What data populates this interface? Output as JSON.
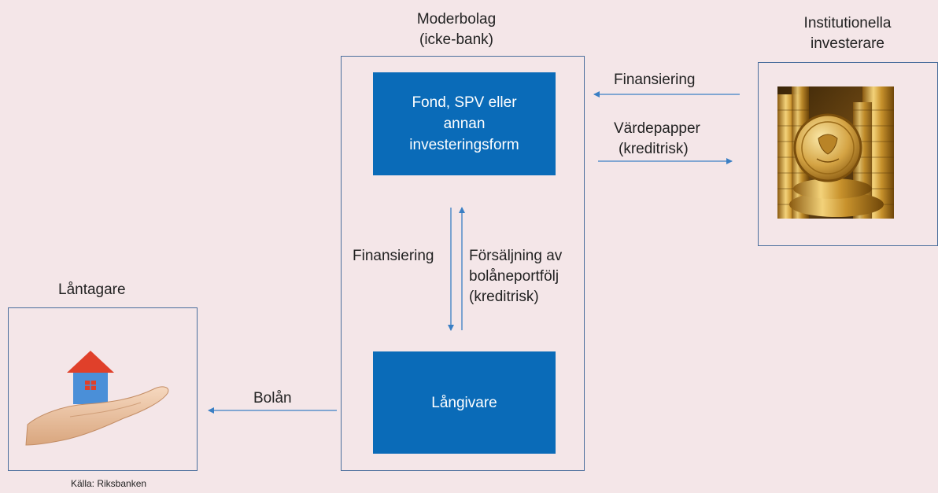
{
  "parent": {
    "title_line1": "Moderbolag",
    "title_line2": "(icke-bank)"
  },
  "fund_box": {
    "line1": "Fond, SPV eller",
    "line2": "annan",
    "line3": "investeringsform"
  },
  "lender_box": {
    "label": "Långivare"
  },
  "investors": {
    "title_line1": "Institutionella",
    "title_line2": "investerare"
  },
  "borrower": {
    "title": "Låntagare"
  },
  "flows": {
    "financing_top": "Finansiering",
    "securities_line1": "Värdepapper",
    "securities_line2": "(kreditrisk)",
    "financing_mid": "Finansiering",
    "sale_line1": "Försäljning av",
    "sale_line2": "bolåneportfölj",
    "sale_line3": "(kreditrisk)",
    "mortgage": "Bolån"
  },
  "source": "Källa: Riksbanken",
  "colors": {
    "background": "#f4e6e8",
    "box_fill": "#0a6bb8",
    "frame": "#4a6e9c",
    "arrow": "#3a7fc4"
  }
}
